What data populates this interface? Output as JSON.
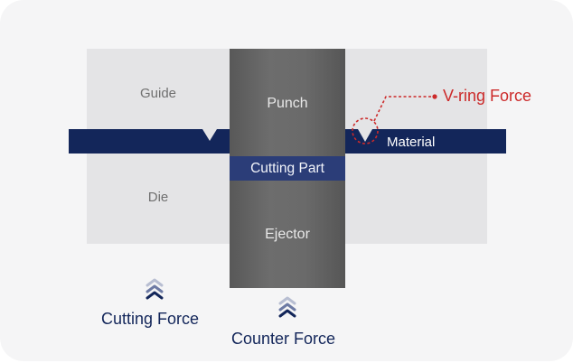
{
  "labels": {
    "guide": "Guide",
    "die": "Die",
    "punch": "Punch",
    "ejector": "Ejector",
    "cutting_part": "Cutting Part",
    "material": "Material",
    "vring_force": "V-ring Force",
    "cutting_force": "Cutting Force",
    "counter_force": "Counter Force"
  },
  "colors": {
    "navy": "#13265a",
    "accent_red": "#cc2a2a",
    "tool_gray": "#e4e4e6",
    "column_gray": "#646464"
  },
  "icons": {
    "vring_notch": "triangle-down-icon",
    "force_arrow": "double-chevron-up-icon"
  }
}
